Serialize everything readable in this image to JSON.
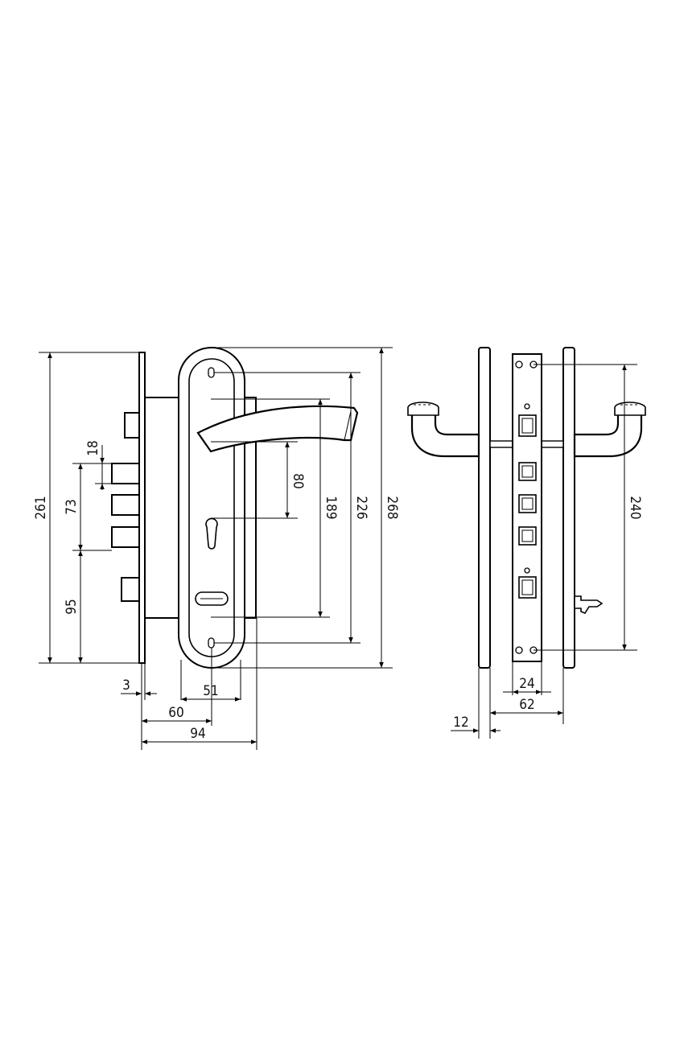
{
  "dimensions": {
    "d261": "261",
    "d73": "73",
    "d18": "18",
    "d95": "95",
    "d3": "3",
    "d51": "51",
    "d60": "60",
    "d94": "94",
    "d80": "80",
    "d189": "189",
    "d226": "226",
    "d268": "268",
    "d240": "240",
    "d24": "24",
    "d62": "62",
    "d12": "12"
  },
  "colors": {
    "line": "#000000",
    "background": "#ffffff"
  }
}
